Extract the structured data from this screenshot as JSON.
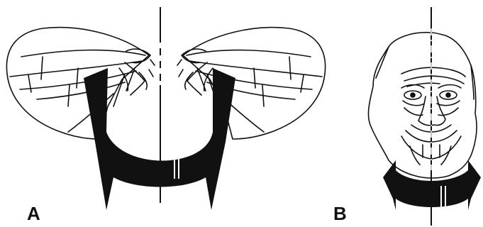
{
  "panels": [
    {
      "id": "A",
      "subject": "fly-wings",
      "label": "A"
    },
    {
      "id": "B",
      "subject": "face",
      "label": "B"
    }
  ],
  "colors": {
    "ink": "#111111",
    "background": "#ffffff"
  }
}
